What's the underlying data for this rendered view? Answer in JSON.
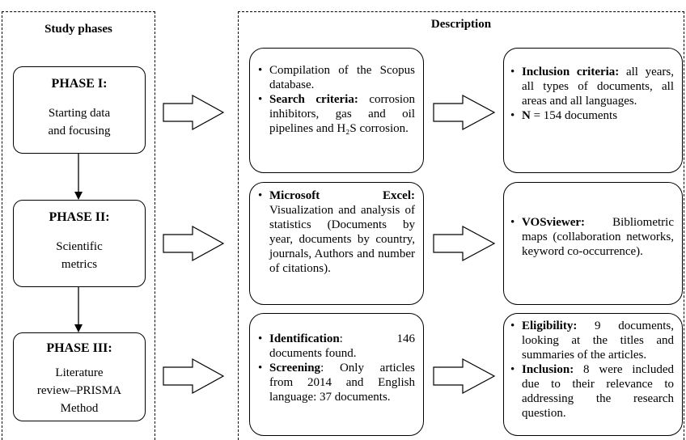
{
  "phases_title": "Study phases",
  "description_title": "Description",
  "phases": [
    {
      "title": "PHASE I:",
      "line1": "Starting data",
      "line2": "and focusing"
    },
    {
      "title": "PHASE II:",
      "line1": "Scientific",
      "line2": "metrics"
    },
    {
      "title": "PHASE III:",
      "line1": "Literature",
      "line2": "review–PRISMA",
      "line3": "Method"
    }
  ],
  "description": {
    "row1": {
      "box1": [
        {
          "bold": "",
          "text": "Compilation of the Scopus database."
        },
        {
          "bold": "Search criteria:",
          "text": " corrosion inhibitors, gas and oil pipelines and H₂S corrosion."
        }
      ],
      "box2": [
        {
          "bold": "Inclusion criteria:",
          "text": " all years, all types of documents, all areas and all languages."
        },
        {
          "bold": "N",
          "text": " = 154 documents"
        }
      ]
    },
    "row2": {
      "box1": [
        {
          "bold": "Microsoft Excel:",
          "text": " Visualization and analysis of statistics (Documents by year, documents by country, journals, Authors and number of citations)."
        }
      ],
      "box2": [
        {
          "bold": "VOSviewer:",
          "text": " Bibliometric maps (collaboration networks, keyword co-occurrence)."
        }
      ]
    },
    "row3": {
      "box1": [
        {
          "bold": "Identification",
          "text": ": 146 documents found."
        },
        {
          "bold": "Screening",
          "text": ": Only articles from 2014 and English language: 37 documents."
        }
      ],
      "box2": [
        {
          "bold": "Eligibility:",
          "text": " 9 documents, looking at the titles and summaries of the articles."
        },
        {
          "bold": "Inclusion:",
          "text": " 8 were included due to their relevance to addressing the research question."
        }
      ]
    }
  }
}
